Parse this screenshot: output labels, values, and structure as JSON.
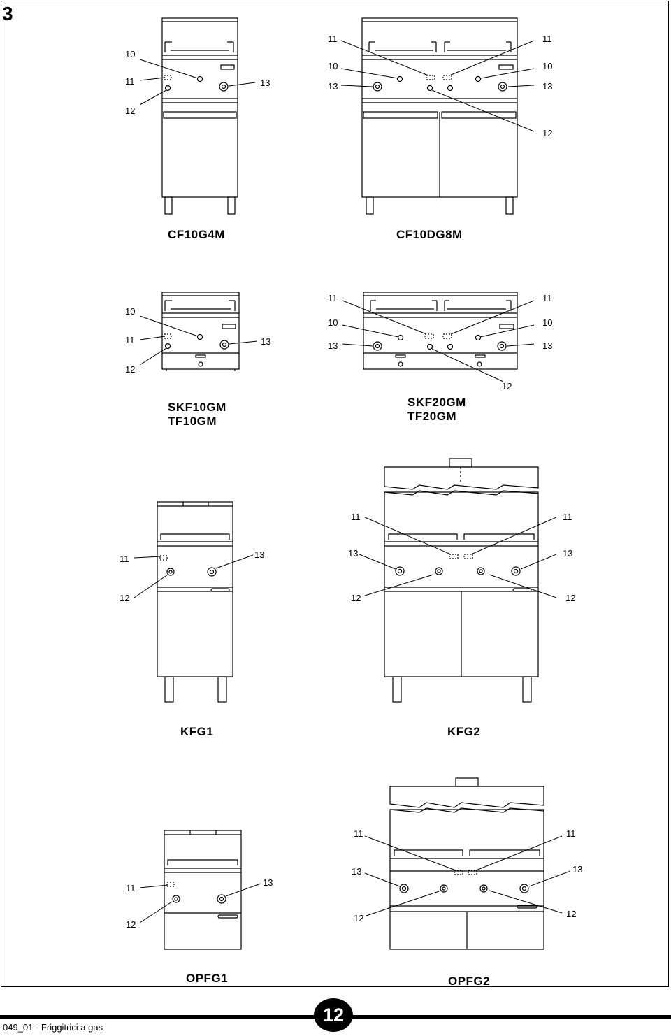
{
  "section_number": "3",
  "models": {
    "cf10g4m": "CF10G4M",
    "cf10dg8m": "CF10DG8M",
    "skf10gm": "SKF10GM",
    "tf10gm": "TF10GM",
    "skf20gm": "SKF20GM",
    "tf20gm": "TF20GM",
    "kfg1": "KFG1",
    "kfg2": "KFG2",
    "opfg1": "OPFG1",
    "opfg2": "OPFG2"
  },
  "callouts": {
    "n10": "10",
    "n11": "11",
    "n12": "12",
    "n13": "13"
  },
  "footer": {
    "document_ref": "049_01 - Friggitrici a gas",
    "page_number": "12"
  }
}
